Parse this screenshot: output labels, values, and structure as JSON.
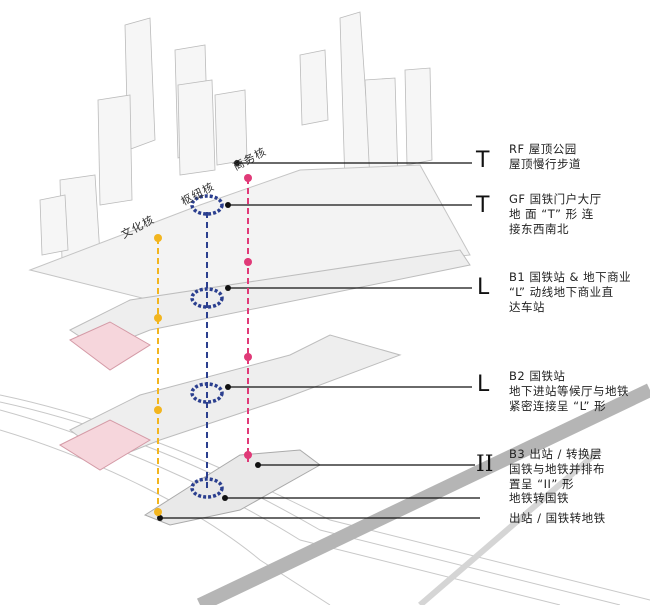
{
  "cores": {
    "culture": "文化核",
    "hub": "枢纽核",
    "business": "商务核"
  },
  "levels": [
    {
      "glyph": "T",
      "lines": [
        "RF 屋顶公园",
        "屋顶慢行步道"
      ]
    },
    {
      "glyph": "T",
      "lines": [
        "GF 国铁门户大厅",
        "地 面 “T” 形 连",
        "接东西南北"
      ]
    },
    {
      "glyph": "L",
      "lines": [
        "B1 国铁站 & 地下商业",
        "“L” 动线地下商业直",
        "达车站"
      ]
    },
    {
      "glyph": "L",
      "lines": [
        "B2 国铁站",
        "地下进站等候厅与地铁",
        "紧密连接呈 “L” 形"
      ]
    },
    {
      "glyph": "II",
      "lines": [
        "B3 出站 / 转换层",
        "国铁与地铁并排布",
        "置呈 “II” 形"
      ]
    }
  ],
  "flows": [
    "地铁转国铁",
    "出站 / 国铁转地铁"
  ],
  "colors": {
    "culture": "#f2b51f",
    "hub": "#2b3f8f",
    "business": "#e03a78",
    "pink_zone": "#f6d6dc"
  }
}
